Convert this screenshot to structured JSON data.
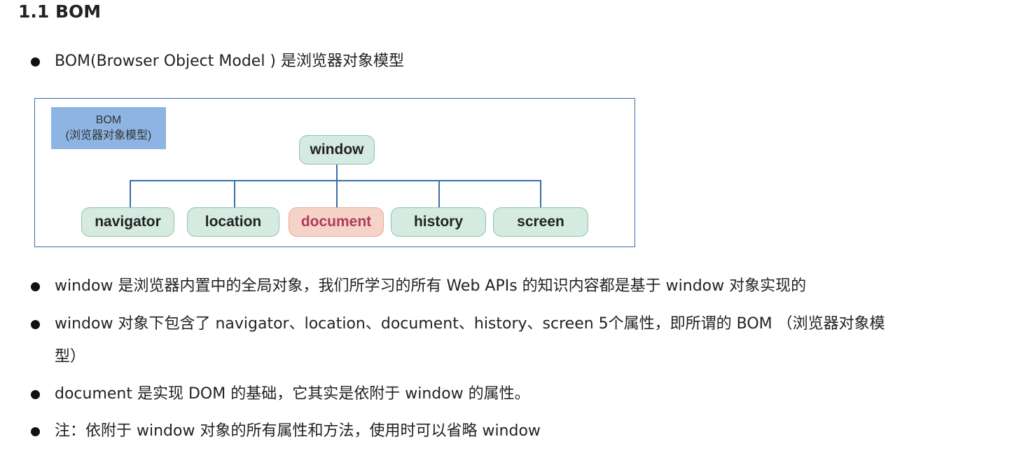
{
  "heading": "1.1 BOM",
  "bullets": [
    "BOM(Browser Object Model ) 是浏览器对象模型",
    "window 是浏览器内置中的全局对象，我们所学习的所有 Web APIs 的知识内容都是基于 window 对象实现的",
    "window 对象下包含了 navigator、location、document、history、screen 5个属性，即所谓的 BOM （浏览器对象模",
    "型）",
    "document 是实现 DOM 的基础，它其实是依附于 window 的属性。",
    "注：依附于 window 对象的所有属性和方法，使用时可以省略 window"
  ],
  "diagram": {
    "label_line1": "BOM",
    "label_line2": "(浏览器对象模型)",
    "root": "window",
    "children": [
      "navigator",
      "location",
      "document",
      "history",
      "screen"
    ],
    "highlight_color": "#b03a5b"
  }
}
